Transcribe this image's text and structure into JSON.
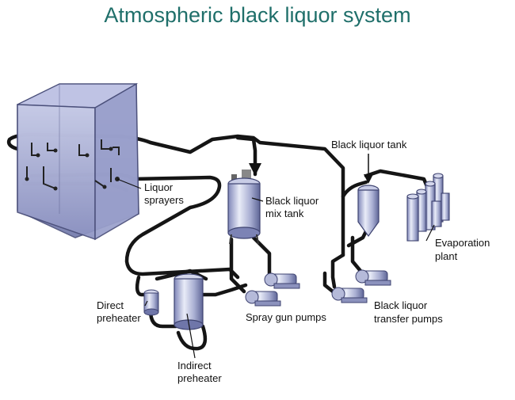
{
  "title": "Atmospheric black liquor system",
  "labels": {
    "liquor_sprayers": [
      "Liquor",
      "sprayers"
    ],
    "black_liquor_mix_tank": [
      "Black liquor",
      "mix tank"
    ],
    "black_liquor_tank": "Black liquor tank",
    "evaporation_plant": [
      "Evaporation",
      "plant"
    ],
    "direct_preheater": [
      "Direct",
      "preheater"
    ],
    "indirect_preheater": [
      "Indirect",
      "preheater"
    ],
    "spray_gun_pumps": "Spray gun pumps",
    "black_liquor_transfer_pumps": [
      "Black liquor",
      "transfer pumps"
    ]
  }
}
